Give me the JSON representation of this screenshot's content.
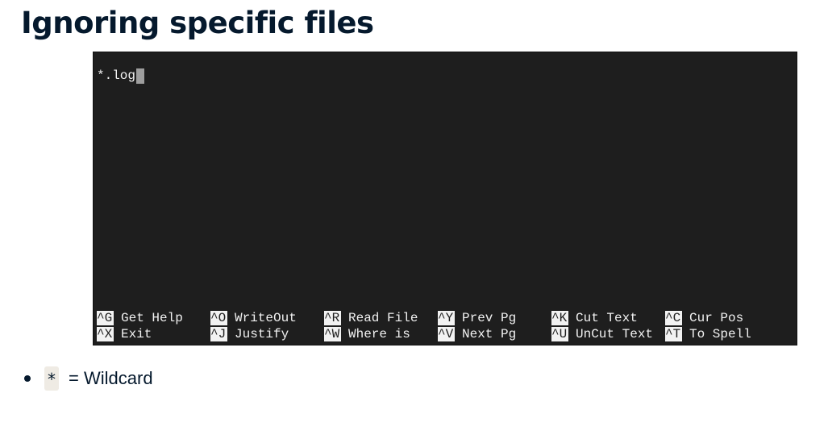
{
  "page": {
    "title": "Ignoring specific files"
  },
  "terminal": {
    "buffer_text": "*.log",
    "shortcuts": [
      {
        "key": "^G",
        "label": "Get Help"
      },
      {
        "key": "^O",
        "label": "WriteOut"
      },
      {
        "key": "^R",
        "label": "Read File"
      },
      {
        "key": "^Y",
        "label": "Prev Pg"
      },
      {
        "key": "^K",
        "label": "Cut Text"
      },
      {
        "key": "^C",
        "label": "Cur Pos"
      },
      {
        "key": "^X",
        "label": "Exit"
      },
      {
        "key": "^J",
        "label": "Justify"
      },
      {
        "key": "^W",
        "label": "Where is"
      },
      {
        "key": "^V",
        "label": "Next Pg"
      },
      {
        "key": "^U",
        "label": "UnCut Text"
      },
      {
        "key": "^T",
        "label": "To Spell"
      }
    ]
  },
  "bullets": [
    {
      "code": "*",
      "text": "= Wildcard"
    }
  ],
  "colors": {
    "text_dark": "#05192d",
    "terminal_bg": "#1e1e1e",
    "terminal_fg": "#f2f2f2",
    "cursor": "#9e9e9e",
    "code_chip_bg": "#efebe4"
  }
}
